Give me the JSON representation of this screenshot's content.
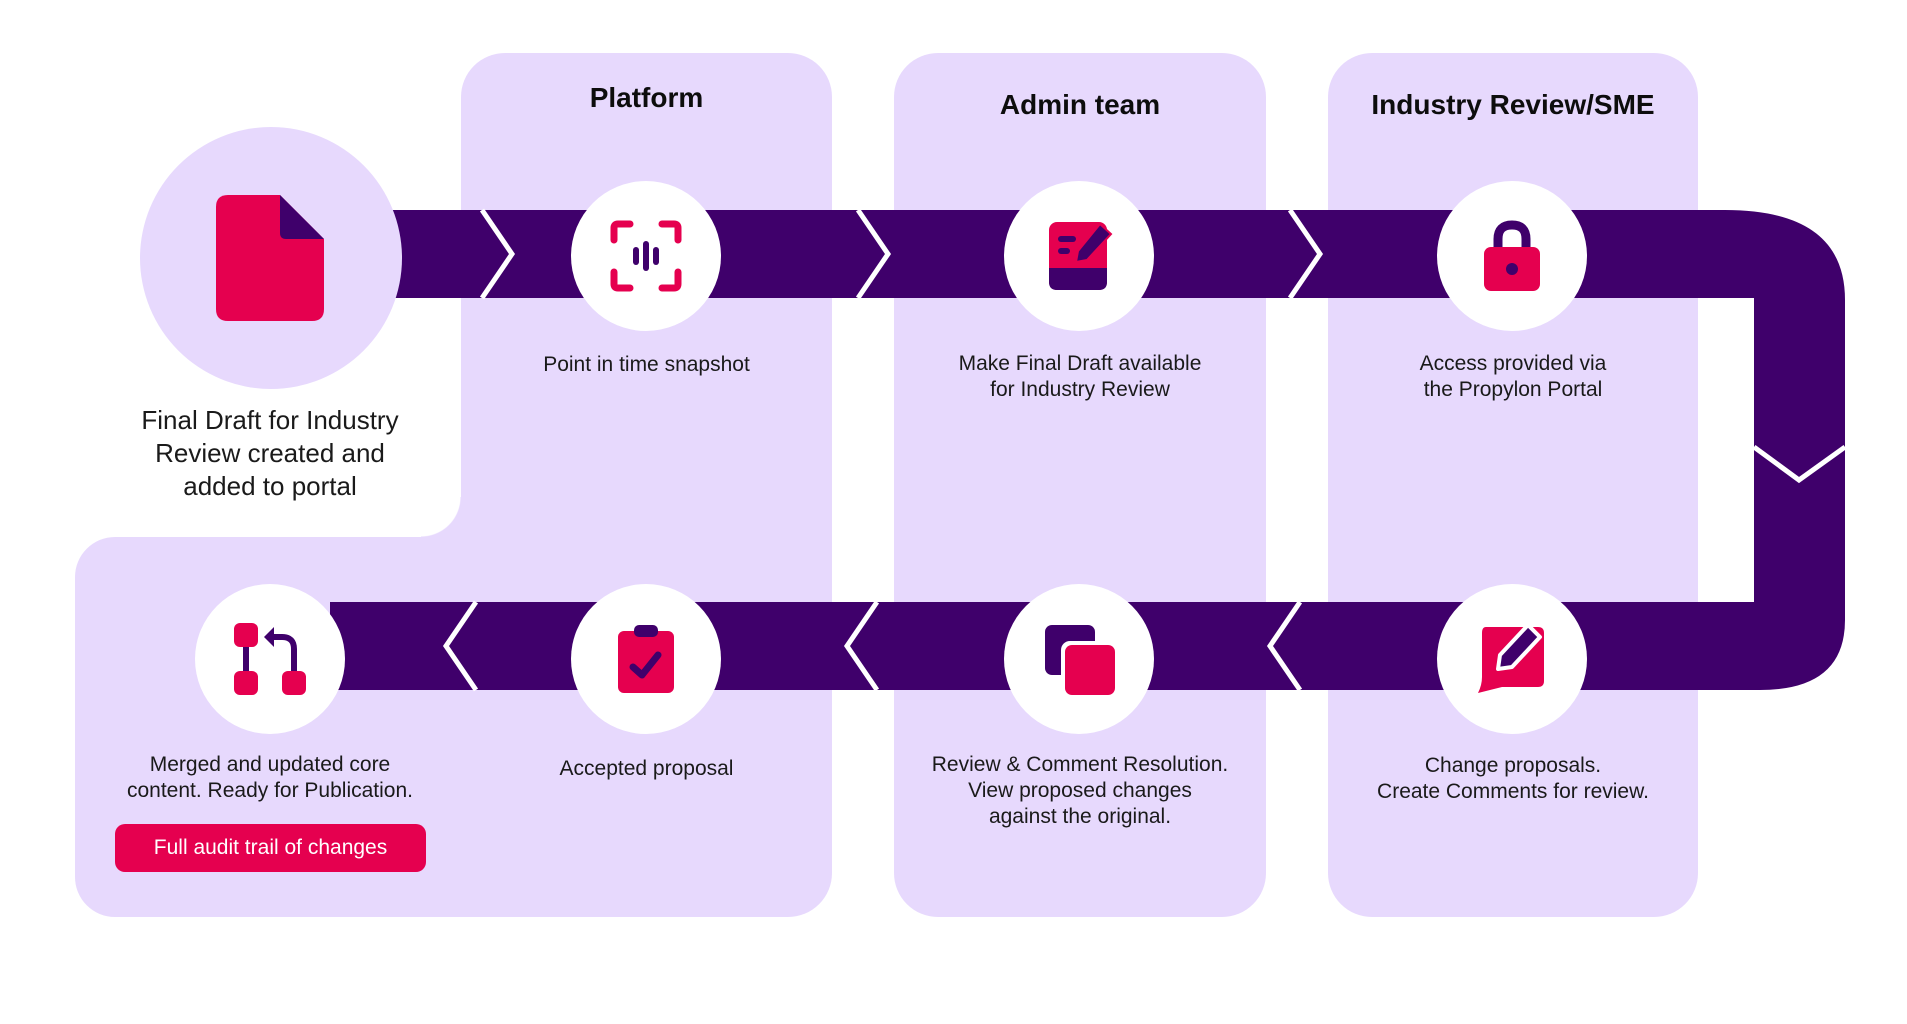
{
  "colors": {
    "panel": "#e7d9fd",
    "band": "#3f006b",
    "accent": "#e5004f",
    "node": "#ffffff"
  },
  "lanes": [
    {
      "title": "Platform"
    },
    {
      "title": "Admin team"
    },
    {
      "title": "Industry Review/SME"
    }
  ],
  "steps": [
    {
      "id": "start",
      "icon": "document-icon",
      "caption": "Final Draft for Industry\nReview created and\nadded to portal"
    },
    {
      "id": "snapshot",
      "icon": "scan-snapshot-icon",
      "caption": "Point in time snapshot"
    },
    {
      "id": "make-available",
      "icon": "edit-note-icon",
      "caption": "Make Final Draft available\nfor Industry Review"
    },
    {
      "id": "access",
      "icon": "lock-icon",
      "caption": "Access provided via\nthe Propylon Portal"
    },
    {
      "id": "change-proposals",
      "icon": "comment-edit-icon",
      "caption": "Change proposals.\nCreate Comments for review."
    },
    {
      "id": "review-resolution",
      "icon": "compare-copy-icon",
      "caption": "Review & Comment Resolution.\nView proposed changes\nagainst the original."
    },
    {
      "id": "accepted",
      "icon": "clipboard-check-icon",
      "caption": "Accepted proposal"
    },
    {
      "id": "merged",
      "icon": "merge-icon",
      "caption": "Merged and updated core\ncontent. Ready for Publication."
    }
  ],
  "badge": {
    "label": "Full audit trail of changes"
  }
}
